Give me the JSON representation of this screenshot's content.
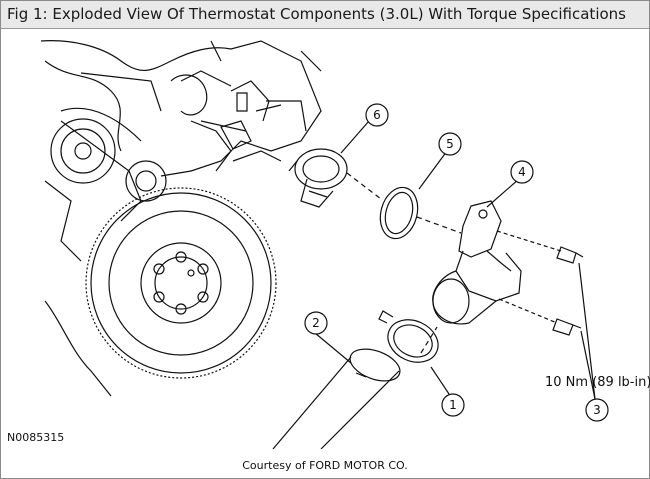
{
  "title": "Fig 1: Exploded View Of Thermostat Components (3.0L) With Torque Specifications",
  "figure_id": "N0085315",
  "courtesy": "Courtesy of FORD MOTOR CO.",
  "torque_spec": "10 Nm (89 lb-in)",
  "callouts": [
    "1",
    "2",
    "3",
    "4",
    "5",
    "6"
  ],
  "colors": {
    "title_bg": "#e9e9e9",
    "line": "#111111",
    "frame": "#8a8a8a"
  }
}
